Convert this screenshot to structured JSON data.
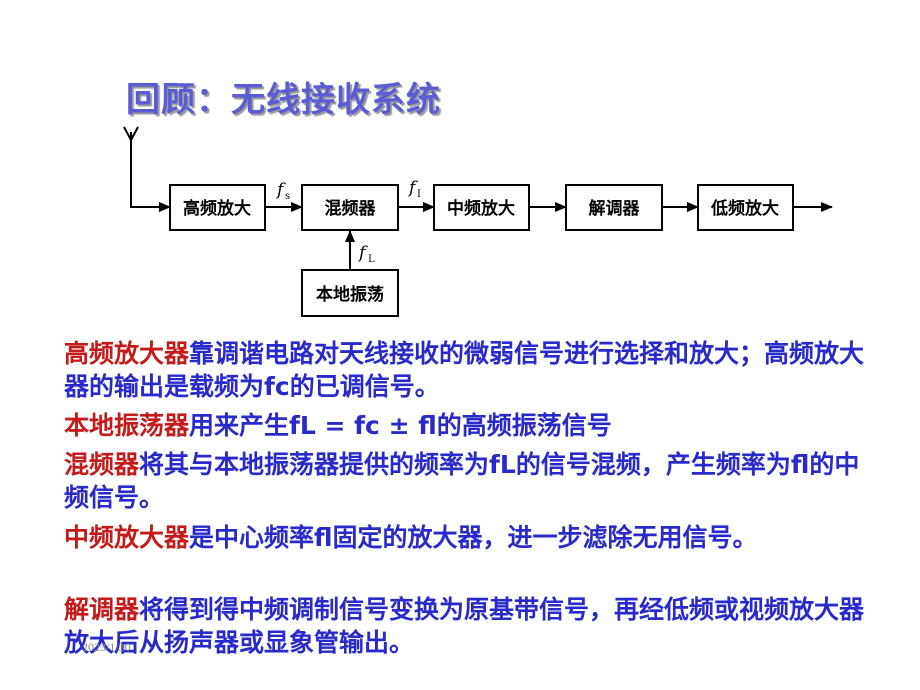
{
  "title": "回顾：无线接收系统",
  "diagram": {
    "boxes": {
      "rf_amp": "高频放大",
      "mixer": "混频器",
      "if_amp": "中频放大",
      "demod": "解调器",
      "lf_amp": "低频放大",
      "lo": "本地振荡"
    },
    "signals": {
      "fs": {
        "main": "f",
        "sub": "s"
      },
      "fi": {
        "main": "f",
        "sub": "I"
      },
      "fl": {
        "main": "f",
        "sub": "L"
      }
    }
  },
  "paragraphs": [
    {
      "term": "高频放大器",
      "text": "靠调谐电路对天线接收的微弱信号进行选择和放大；高频放大器的输出是载频为fc的已调信号。"
    },
    {
      "term": "本地振荡器",
      "text": "用来产生fL = fc ± fl的高频振荡信号"
    },
    {
      "term": "混频器",
      "text": "将其与本地振荡器提供的频率为fL的信号混频，产生频率为fl的中频信号。"
    },
    {
      "term": "中频放大器",
      "text": "是中心频率fl固定的放大器，进一步滤除无用信号。"
    },
    {
      "term": "解调器",
      "text": "将得到得中频调制信号变换为原基带信号，再经低频或视频放大器放大后从扬声器或显象管输出。"
    }
  ],
  "slide_number": "2023/1/30"
}
